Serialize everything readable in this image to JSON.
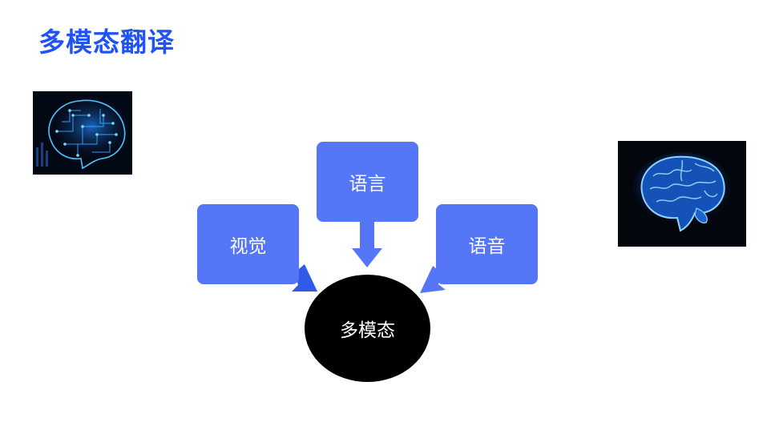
{
  "slide": {
    "title": "多模态翻译",
    "title_color": "#1f53f5"
  },
  "diagram": {
    "nodes": {
      "language": "语言",
      "vision": "视觉",
      "speech": "语音",
      "center": "多模态"
    },
    "node_color": "#5576f6",
    "center_color": "#000000",
    "arrow_color_dark": "#2f5be8",
    "arrow_color_light": "#5576f6"
  },
  "images": {
    "left": "circuit-brain-image",
    "right": "glowing-brain-image"
  }
}
